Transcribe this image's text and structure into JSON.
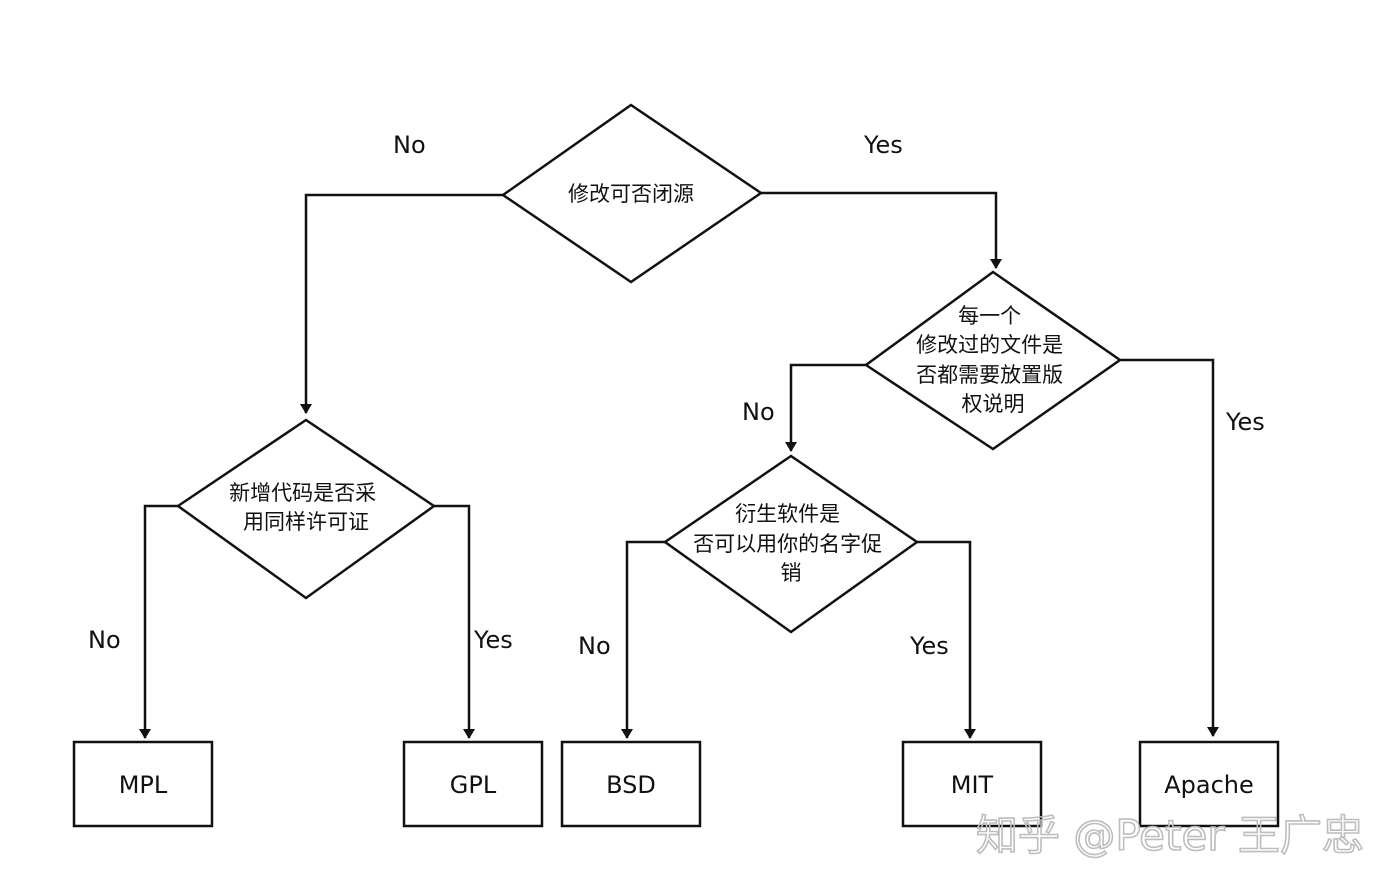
{
  "decisions": {
    "root": {
      "lines": [
        "修改可否闭源"
      ]
    },
    "copyright_notice": {
      "lines": [
        "每一个",
        "修改过的文件是",
        "否都需要放置版",
        "权说明"
      ]
    },
    "same_license": {
      "lines": [
        "新增代码是否采",
        "用同样许可证"
      ]
    },
    "name_promotion": {
      "lines": [
        "衍生软件是",
        "否可以用你的名字促",
        "销"
      ]
    }
  },
  "licenses": {
    "mpl": "MPL",
    "gpl": "GPL",
    "bsd": "BSD",
    "mit": "MIT",
    "apache": "Apache"
  },
  "edge_labels": {
    "root_no": "No",
    "root_yes": "Yes",
    "copyright_no": "No",
    "copyright_yes": "Yes",
    "same_license_no": "No",
    "same_license_yes": "Yes",
    "name_promotion_no": "No",
    "name_promotion_yes": "Yes"
  },
  "watermark": "知乎 @Peter 王广忠"
}
